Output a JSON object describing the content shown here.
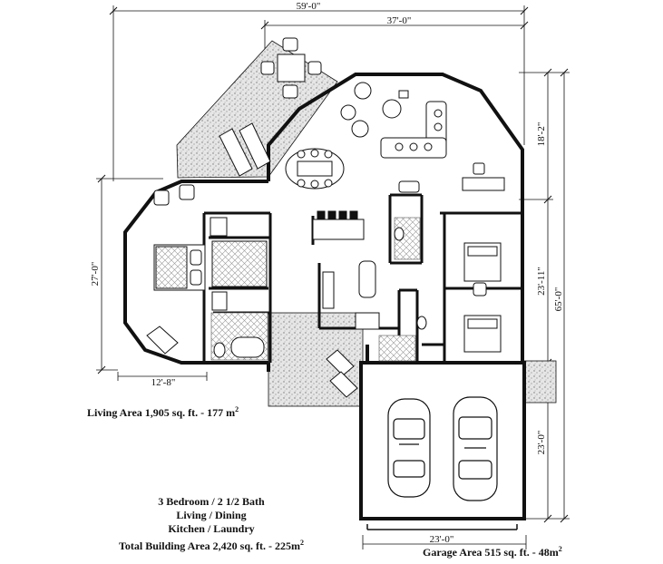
{
  "dimensions": {
    "overall_width": "59'-0\"",
    "upper_width": "37'-0\"",
    "overall_depth": "65'-0\"",
    "right_upper": "18'-2\"",
    "right_middle": "23'-11\"",
    "garage_depth": "23'-0\"",
    "left_depth": "27'-0\"",
    "left_bottom": "12'-8\"",
    "garage_width": "23'-0\""
  },
  "notes": {
    "living_area": "Living Area 1,905 sq. ft. - 177 m",
    "living_sup": "2",
    "bed_bath": "3 Bedroom / 2 1/2 Bath",
    "living_dining": "Living  / Dining",
    "kitchen_laundry": "Kitchen / Laundry",
    "total_area": "Total Building Area 2,420 sq. ft. - 225m",
    "total_sup": "2",
    "garage_area": "Garage Area 515 sq. ft. - 48m",
    "garage_sup": "2"
  },
  "colors": {
    "wall": "#111111",
    "patio": "#d8d8d8",
    "tile": "#888888"
  }
}
